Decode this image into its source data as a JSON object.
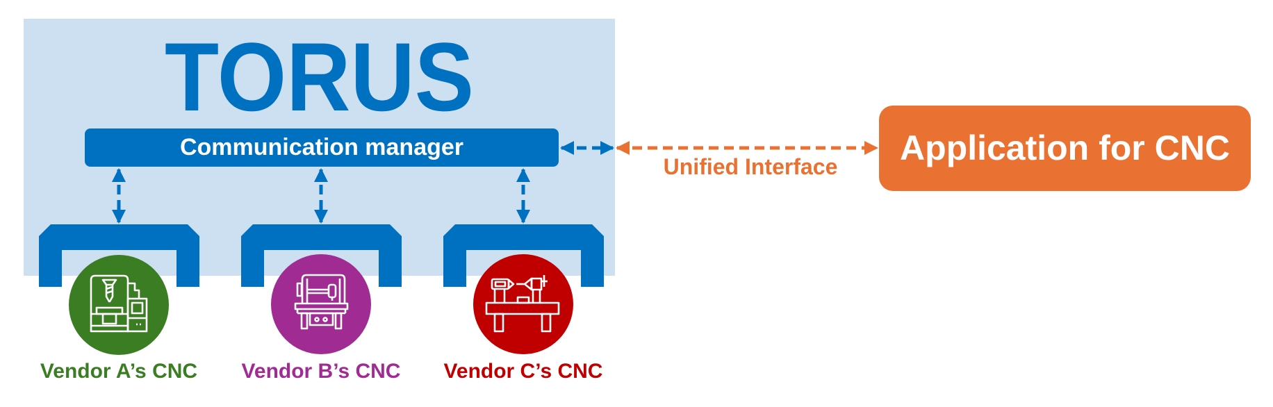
{
  "title": "TORUS",
  "communication_manager": {
    "label": "Communication manager"
  },
  "unified_interface": {
    "label": "Unified Interface"
  },
  "application": {
    "label": "Application for CNC"
  },
  "vendors": [
    {
      "label": "Vendor A’s CNC",
      "icon": "milling-machine-icon",
      "color": "#3A7D22"
    },
    {
      "label": "Vendor B’s CNC",
      "icon": "cnc-router-icon",
      "color": "#A02B93"
    },
    {
      "label": "Vendor C’s CNC",
      "icon": "lathe-icon",
      "color": "#C00000"
    }
  ],
  "colors": {
    "panel": "#CCE0F1",
    "torus_blue": "#0070C0",
    "interface_orange": "#E97132"
  }
}
